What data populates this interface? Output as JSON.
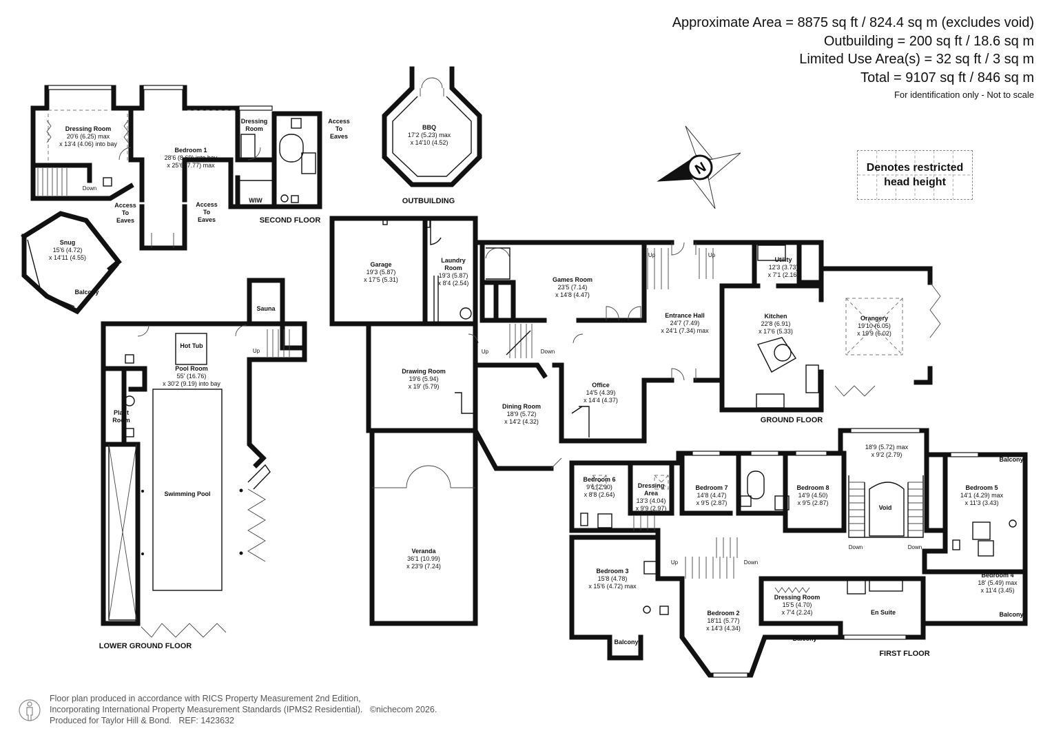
{
  "areas": {
    "approximate": "Approximate Area = 8875 sq ft / 824.4 sq m (excludes void)",
    "outbuilding": "Outbuilding = 200 sq ft / 18.6 sq m",
    "limited": "Limited Use Area(s) = 32 sq ft / 3 sq m",
    "total": "Total = 9107 sq ft / 846 sq m",
    "note": "For identification only - Not to scale"
  },
  "legend": {
    "restricted_line1": "Denotes restricted",
    "restricted_line2": "head height"
  },
  "compass": {
    "letter": "N"
  },
  "floors": {
    "second": "SECOND FLOOR",
    "outbuilding": "OUTBUILDING",
    "lower_ground": "LOWER GROUND FLOOR",
    "ground": "GROUND FLOOR",
    "first": "FIRST FLOOR"
  },
  "rooms": {
    "dressing_room_2f": {
      "name": "Dressing Room",
      "d1": "20'6 (6.25) max",
      "d2": "x 13'4 (4.06) into bay"
    },
    "bedroom1": {
      "name": "Bedroom 1",
      "d1": "28'6 (8.69) into bay",
      "d2": "x 25'6 (7.77) max"
    },
    "dressing_small_2f": {
      "name1": "Dressing",
      "name2": "Room"
    },
    "snug": {
      "name": "Snug",
      "d1": "15'6 (4.72)",
      "d2": "x 14'11 (4.55)"
    },
    "balcony_snug": "Balcony",
    "wiw": "WIW",
    "access_eaves_r": {
      "l1": "Access",
      "l2": "To",
      "l3": "Eaves"
    },
    "access_eaves_a": {
      "l1": "Access",
      "l2": "To",
      "l3": "Eaves"
    },
    "access_eaves_b": {
      "l1": "Access",
      "l2": "To",
      "l3": "Eaves"
    },
    "down_2f": "Down",
    "bbq": {
      "name": "BBQ",
      "d1": "17'2 (5.23) max",
      "d2": "x 14'10 (4.52)"
    },
    "garage": {
      "name": "Garage",
      "d1": "19'3 (5.87)",
      "d2": "x 17'5 (5.31)"
    },
    "laundry": {
      "name1": "Laundry",
      "name2": "Room",
      "d1": "19'3 (5.87)",
      "d2": "x 8'4 (2.54)"
    },
    "games": {
      "name": "Games Room",
      "d1": "23'5 (7.14)",
      "d2": "x 14'8 (4.47)"
    },
    "entrance": {
      "name": "Entrance Hall",
      "d1": "24'7 (7.49)",
      "d2": "x 24'1 (7.34) max"
    },
    "utility": {
      "name": "Utility",
      "d1": "12'3 (3.73)",
      "d2": "x 7'1 (2.16)"
    },
    "kitchen": {
      "name": "Kitchen",
      "d1": "22'8 (6.91)",
      "d2": "x 17'6 (5.33)"
    },
    "orangery": {
      "name": "Orangery",
      "d1": "19'10 (6.05)",
      "d2": "x 19'9 (6.02)"
    },
    "drawing": {
      "name": "Drawing Room",
      "d1": "19'6 (5.94)",
      "d2": "x 19' (5.79)"
    },
    "dining": {
      "name": "Dining Room",
      "d1": "18'9 (5.72)",
      "d2": "x 14'2 (4.32)"
    },
    "office": {
      "name": "Office",
      "d1": "14'5 (4.39)",
      "d2": "x 14'4 (4.37)"
    },
    "veranda": {
      "name": "Veranda",
      "d1": "36'1 (10.99)",
      "d2": "x 23'9 (7.24)"
    },
    "up_g1": "Up",
    "up_g2": "Up",
    "up_g3": "Up",
    "down_g": "Down",
    "sauna": "Sauna",
    "hot_tub": "Hot Tub",
    "pool_room": {
      "name": "Pool Room",
      "d1": "55' (16.76)",
      "d2": "x 30'2 (9.19) into bay"
    },
    "plant": {
      "name1": "Plant",
      "name2": "Room"
    },
    "swimming_pool": "Swimming Pool",
    "up_lg": "Up",
    "bedroom6": {
      "name": "Bedroom 6",
      "d1": "9'6 (2.90)",
      "d2": "x 8'8 (2.64)"
    },
    "dressing_area": {
      "name1": "Dressing",
      "name2": "Area",
      "d1": "13'3 (4.04)",
      "d2": "x 9'9 (2.97)"
    },
    "bedroom7": {
      "name": "Bedroom 7",
      "d1": "14'8 (4.47)",
      "d2": "x 9'5 (2.87)"
    },
    "bedroom8": {
      "name": "Bedroom 8",
      "d1": "14'9 (4.50)",
      "d2": "x 9'5 (2.87)"
    },
    "void": "Void",
    "landing": {
      "d1": "18'9 (5.72) max",
      "d2": "x 9'2 (2.79)"
    },
    "bedroom5": {
      "name": "Bedroom 5",
      "d1": "14'1 (4.29) max",
      "d2": "x 11'3 (3.43)"
    },
    "balcony_b5": "Balcony",
    "bedroom3": {
      "name": "Bedroom 3",
      "d1": "15'8 (4.78)",
      "d2": "x 15'6 (4.72) max"
    },
    "bedroom2": {
      "name": "Bedroom 2",
      "d1": "18'11 (5.77)",
      "d2": "x 14'3 (4.34)"
    },
    "dressing_1f": {
      "name": "Dressing Room",
      "d1": "15'5 (4.70)",
      "d2": "x 7'4 (2.24)"
    },
    "en_suite": "En Suite",
    "bedroom4": {
      "name": "Bedroom 4",
      "d1": "18' (5.49) max",
      "d2": "x 11'4 (3.45)"
    },
    "balcony_b4": "Balcony",
    "balcony_b3": "Balcony",
    "balcony_b2": "Balcony",
    "up_1f": "Up",
    "down_1f_a": "Down",
    "down_1f_b": "Down",
    "down_1f_c": "Down"
  },
  "footer": {
    "line1": "Floor plan produced in accordance with RICS Property Measurement 2nd Edition,",
    "line2": "Incorporating International Property Measurement Standards (IPMS2 Residential).",
    "copyright": "©nichecom 2026.",
    "line3": "Produced for Taylor Hill & Bond.",
    "ref": "REF:  1423632"
  }
}
